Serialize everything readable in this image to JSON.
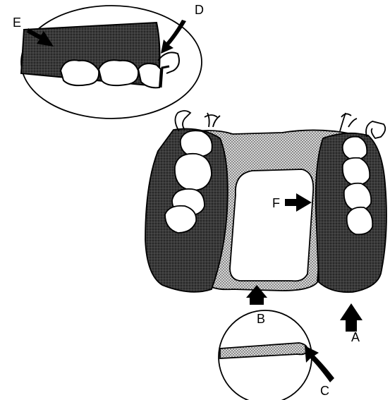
{
  "labels": {
    "A": "A",
    "B": "B",
    "C": "C",
    "D": "D",
    "E": "E",
    "F": "F"
  },
  "colors": {
    "ink": "#000000",
    "paper": "#ffffff",
    "acrylic_dark": "#2e2e2e",
    "framework_dots": "#9a9a9a"
  }
}
